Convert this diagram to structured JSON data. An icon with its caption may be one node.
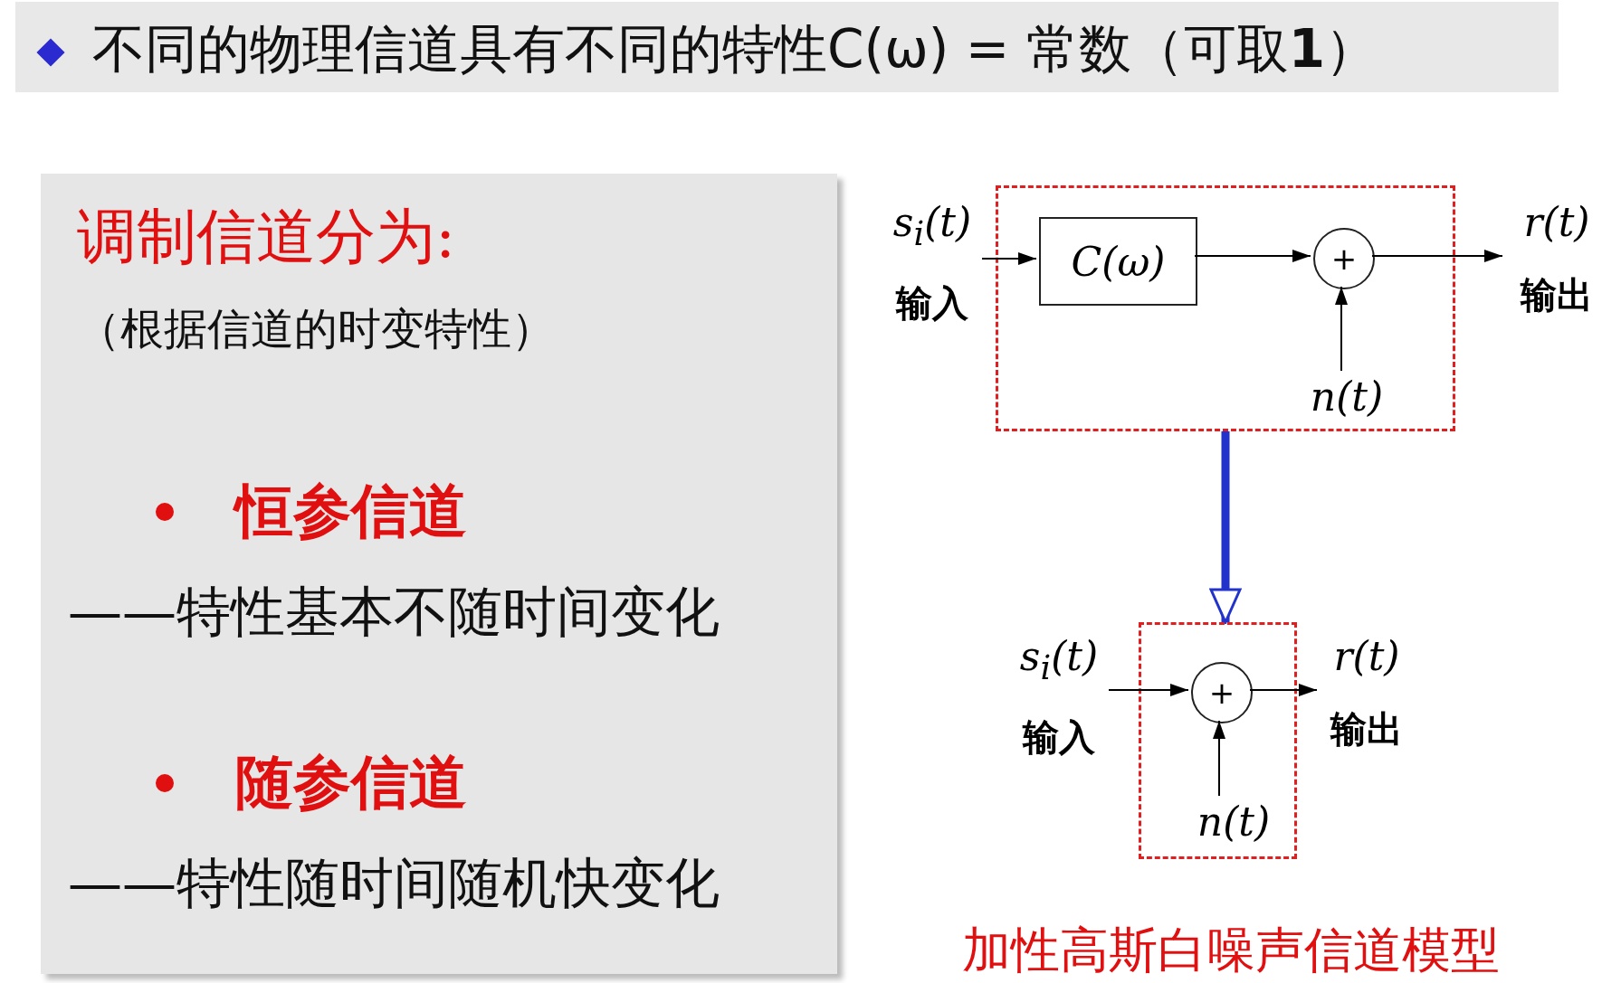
{
  "diagram": {
    "title": "不同的物理信道具有不同的特性C(ω) = 常数（可取**1**）",
    "caption": "加性高斯白噪声信道模型",
    "nodes": [
      {
        "text": [
          "调制信道分为:",
          "（根据信道的时变特性）",
          "恒参信道",
          "——特性基本不随时间变化",
          "随参信道",
          "——特性随时间随机快变化"
        ]
      },
      {
        "text": [
          "s$_{i}$(t)",
          "输入"
        ]
      },
      {
        "text": [],
        "shape": "box"
      },
      {
        "text": [
          "C(ω)"
        ],
        "in": 2
      },
      {
        "text": [
          "+"
        ],
        "in": 2
      },
      {
        "text": [
          "n(t)"
        ],
        "in": 2
      },
      {
        "text": [
          "r(t)",
          "输出"
        ]
      },
      {
        "text": [],
        "shape": "box"
      },
      {
        "text": [
          "s$_{i}$(t)",
          "输入"
        ]
      },
      {
        "text": [
          "+"
        ],
        "in": 7
      },
      {
        "text": [
          "n(t)"
        ],
        "in": 7
      },
      {
        "text": [
          "r(t)",
          "输出"
        ]
      }
    ],
    "edges": [
      {
        "from": 1,
        "to": 3,
        "arrow": "to"
      },
      {
        "from": 3,
        "to": 4,
        "arrow": "to"
      },
      {
        "from": 4,
        "to": 6,
        "arrow": "to"
      },
      {
        "from": 5,
        "to": 4,
        "arrow": "to"
      },
      {
        "from": 2,
        "to": 7,
        "arrow": "to",
        "style": "thick",
        "color": "#2233cc"
      },
      {
        "from": 8,
        "to": 9,
        "arrow": "to"
      },
      {
        "from": 9,
        "to": 11,
        "arrow": "to"
      },
      {
        "from": 10,
        "to": 9,
        "arrow": "to"
      }
    ]
  }
}
